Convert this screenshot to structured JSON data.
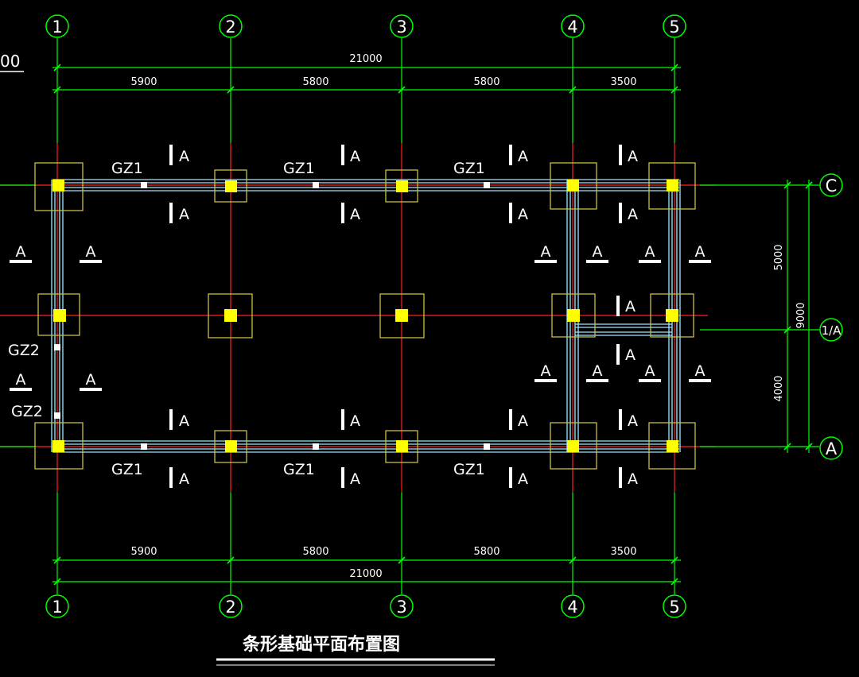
{
  "drawing": {
    "title": "条形基础平面布置图",
    "partial_label": "00"
  },
  "axes": {
    "vertical": [
      "1",
      "2",
      "3",
      "4",
      "5"
    ],
    "horizontal": [
      "C",
      "1/A",
      "A"
    ]
  },
  "dimensions": {
    "top_total": "21000",
    "top_segments": [
      "5900",
      "5800",
      "5800",
      "3500"
    ],
    "bottom_total": "21000",
    "bottom_segments": [
      "5900",
      "5800",
      "5800",
      "3500"
    ],
    "right_total": "9000",
    "right_segments": [
      "5000",
      "4000"
    ]
  },
  "labels": {
    "gz1_top": [
      "GZ1",
      "GZ1",
      "GZ1"
    ],
    "gz1_bottom": [
      "GZ1",
      "GZ1",
      "GZ1"
    ],
    "gz2": [
      "GZ2",
      "GZ2"
    ],
    "section_mark": "A"
  },
  "colors": {
    "background": "#000000",
    "axis_line": "#ff2020",
    "dimension_line": "#00ff00",
    "wall_line": "#9fe8ff",
    "column": "#ffff00",
    "footing_outline": "#c8c040",
    "text": "#ffffff"
  }
}
